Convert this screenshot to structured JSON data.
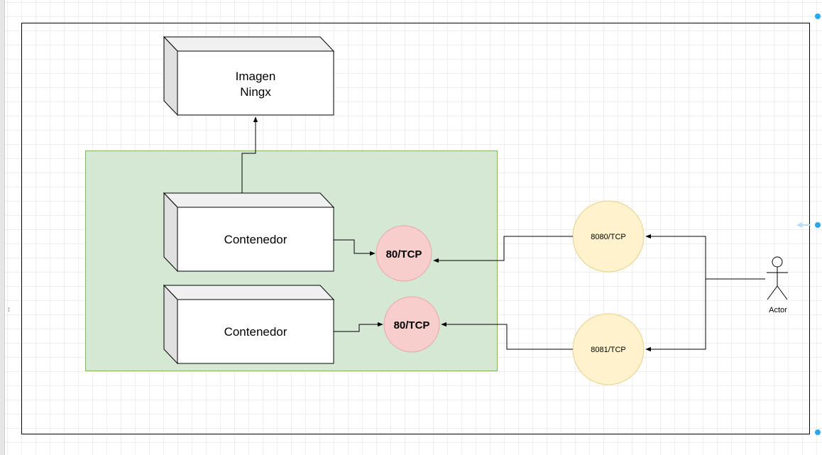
{
  "nodes": {
    "image": {
      "line1": "Imagen",
      "line2": "Ningx"
    },
    "container_1": {
      "label": "Contenedor"
    },
    "container_2": {
      "label": "Contenedor"
    },
    "port_inner_1": {
      "label": "80/TCP"
    },
    "port_inner_2": {
      "label": "80/TCP"
    },
    "port_outer_1": {
      "label": "8080/TCP"
    },
    "port_outer_2": {
      "label": "8081/TCP"
    },
    "actor": {
      "label": "Actor"
    }
  },
  "colors": {
    "group_fill": "#d5e8d4",
    "group_stroke": "#82b366",
    "inner_port_fill": "#f8cecc",
    "inner_port_stroke": "#e8a7a4",
    "outer_port_fill": "#fff2cc",
    "outer_port_stroke": "#e8d08a",
    "selection_handle": "#29a8f0"
  }
}
